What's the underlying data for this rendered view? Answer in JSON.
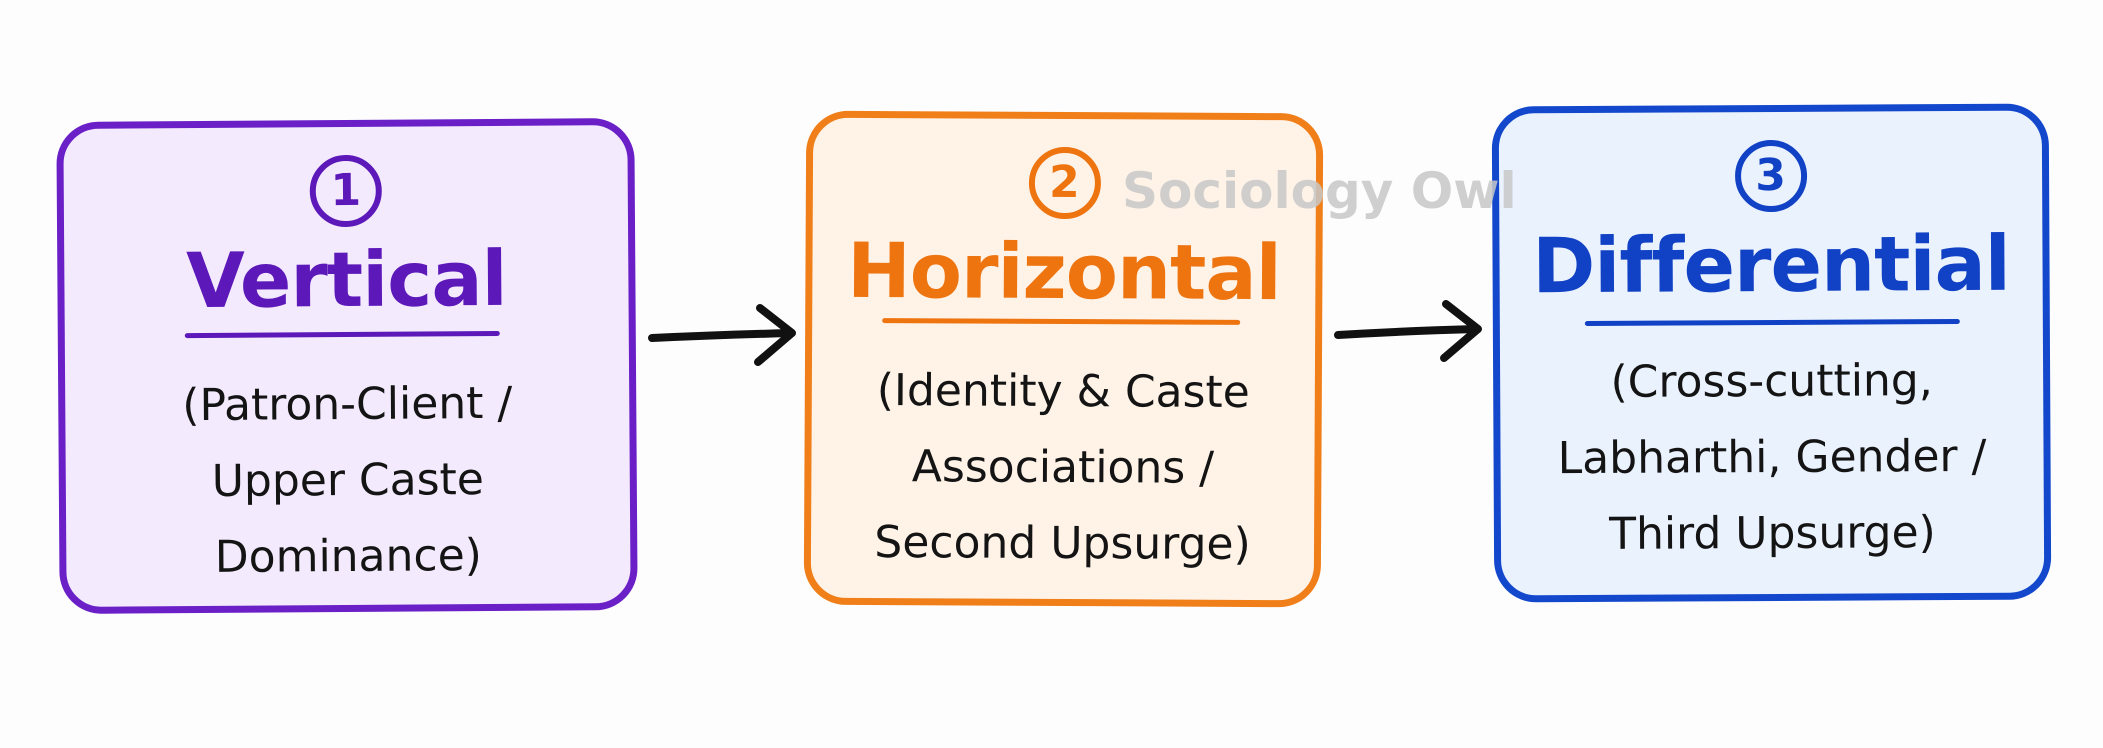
{
  "steps": [
    {
      "number": "1",
      "title": "Vertical",
      "description_lines": [
        "(Patron-Client /",
        "Upper Caste Dominance)"
      ],
      "color": "#6a1fc7",
      "fill": "#f3eafd"
    },
    {
      "number": "2",
      "title": "Horizontal",
      "description_lines": [
        "(Identity & Caste",
        "Associations /",
        "Second Upsurge)"
      ],
      "color": "#f07f1a",
      "fill": "#fff3e8"
    },
    {
      "number": "3",
      "title": "Differential",
      "description_lines": [
        "(Cross-cutting,",
        "Labharthi, Gender /",
        "Third Upsurge)"
      ],
      "color": "#1448cc",
      "fill": "#eaf2fe"
    }
  ],
  "arrows": [
    {
      "from": "1",
      "to": "2",
      "icon": "arrow-right-icon"
    },
    {
      "from": "2",
      "to": "3",
      "icon": "arrow-right-icon"
    }
  ],
  "watermark": "Sociology Owl"
}
